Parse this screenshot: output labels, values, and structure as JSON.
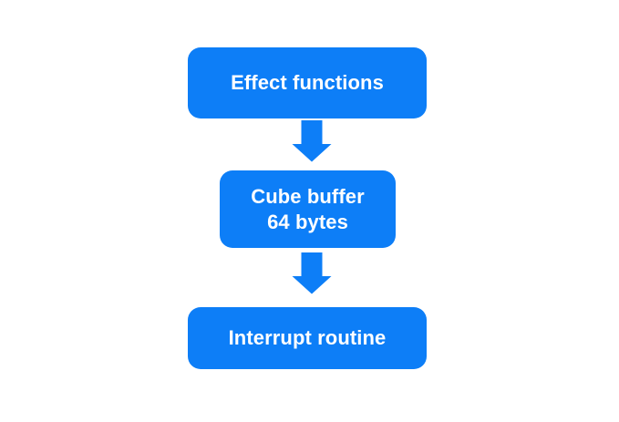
{
  "diagram": {
    "type": "flowchart",
    "orientation": "vertical",
    "background_color": "#ffffff",
    "node_color": "#0d7ef7",
    "node_text_color": "#ffffff",
    "arrow_color": "#0d7ef7",
    "nodes": [
      {
        "id": "effect-functions",
        "label": "Effect functions",
        "shape": "rounded-rectangle"
      },
      {
        "id": "cube-buffer",
        "label": "Cube buffer\n64 bytes",
        "line1": "Cube buffer",
        "line2": "64 bytes",
        "shape": "rounded-rectangle"
      },
      {
        "id": "interrupt-routine",
        "label": "Interrupt routine",
        "shape": "rounded-rectangle"
      }
    ],
    "edges": [
      {
        "id": "effect-to-cube",
        "from": "effect-functions",
        "to": "cube-buffer",
        "style": "block-arrow",
        "direction": "down"
      },
      {
        "id": "cube-to-interrupt",
        "from": "cube-buffer",
        "to": "interrupt-routine",
        "style": "block-arrow",
        "direction": "down"
      }
    ]
  }
}
